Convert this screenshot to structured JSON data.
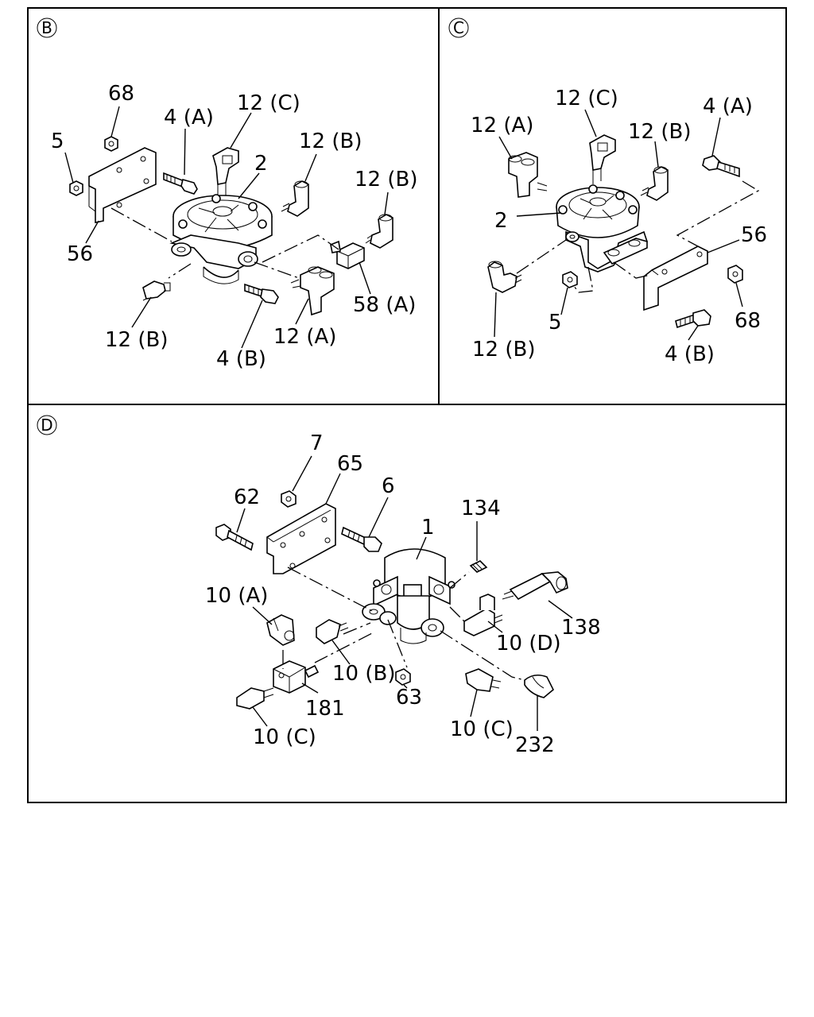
{
  "panels": {
    "b": {
      "id": "B",
      "labels": {
        "l68": "68",
        "l5": "5",
        "l4a": "4 (A)",
        "l12c": "12 (C)",
        "l2": "2",
        "l12b_top": "12 (B)",
        "l12b_right": "12 (B)",
        "l56": "56",
        "l58a": "58 (A)",
        "l12b_bottom": "12 (B)",
        "l4b": "4 (B)",
        "l12a": "12 (A)"
      }
    },
    "c": {
      "id": "C",
      "labels": {
        "l12c": "12 (C)",
        "l12a": "12 (A)",
        "l12b_top": "12 (B)",
        "l4a": "4 (A)",
        "l2": "2",
        "l56": "56",
        "l68": "68",
        "l5": "5",
        "l12b_bottom": "12 (B)",
        "l4b": "4 (B)"
      }
    },
    "d": {
      "id": "D",
      "labels": {
        "l7": "7",
        "l65": "65",
        "l62": "62",
        "l6": "6",
        "l1": "1",
        "l134": "134",
        "l10a": "10 (A)",
        "l138": "138",
        "l10d": "10 (D)",
        "l10b": "10 (B)",
        "l63": "63",
        "l181": "181",
        "l10c_left": "10 (C)",
        "l10c_right": "10 (C)",
        "l232": "232"
      }
    }
  }
}
